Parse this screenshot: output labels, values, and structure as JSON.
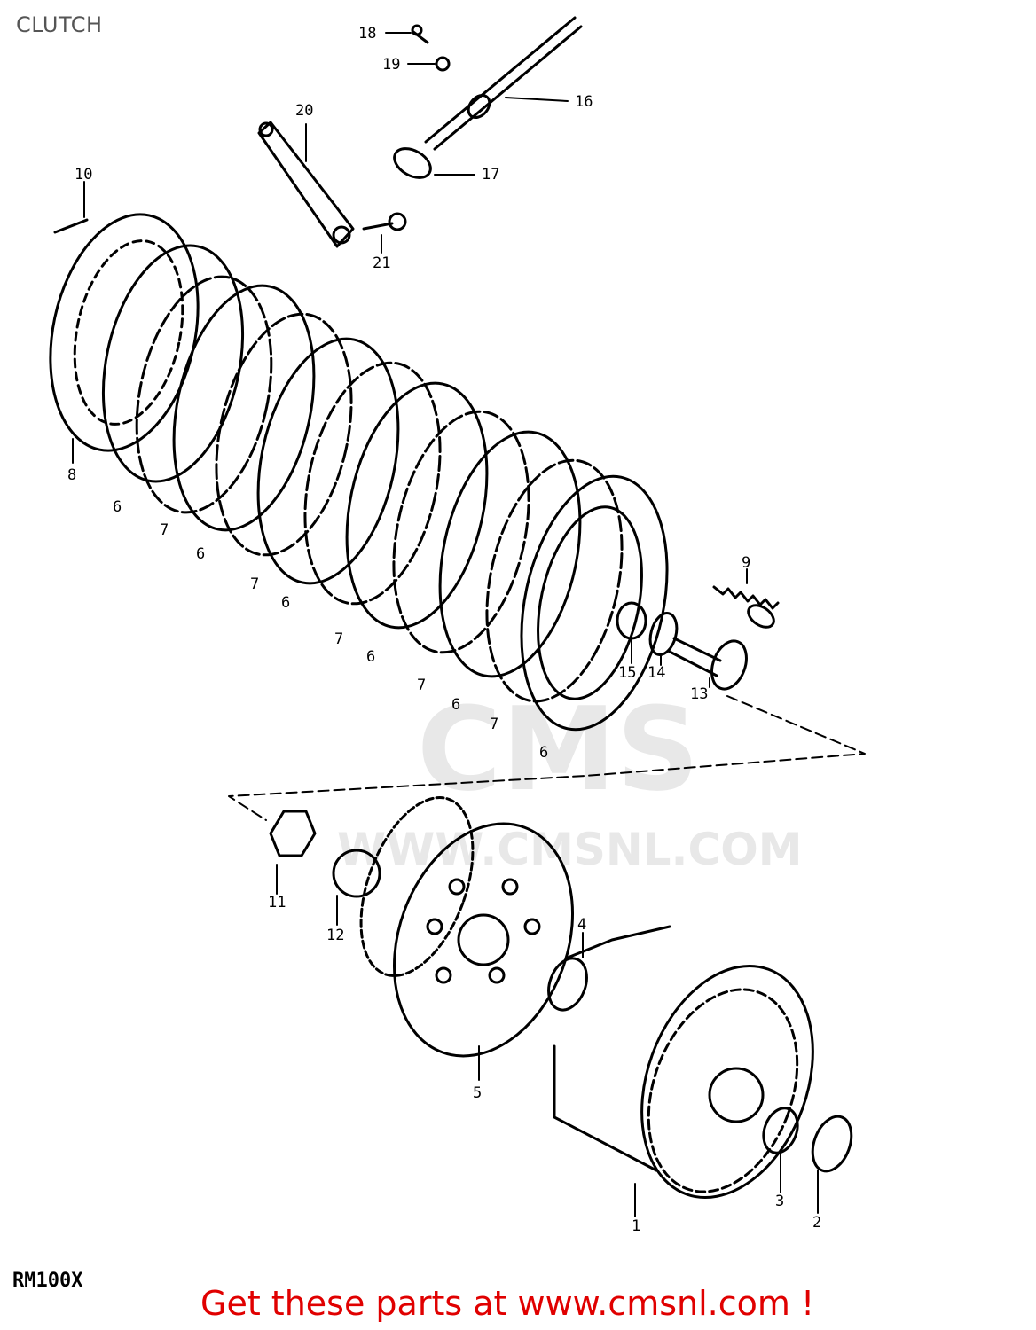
{
  "header": {
    "title": "CLUTCH"
  },
  "footer": {
    "model_code": "RM100X",
    "cta": "Get these parts at www.cmsnl.com !"
  },
  "watermark": {
    "brand": "CMS",
    "url": "WWW.CMSNL.COM"
  },
  "callouts": [
    "1",
    "2",
    "3",
    "4",
    "5",
    "6",
    "7",
    "8",
    "9",
    "10",
    "11",
    "12",
    "13",
    "14",
    "15",
    "16",
    "17",
    "18",
    "19",
    "20",
    "21"
  ],
  "colors": {
    "line": "#000000",
    "cta": "#e00000",
    "title": "#555555",
    "watermark": "#e8e8e8"
  }
}
